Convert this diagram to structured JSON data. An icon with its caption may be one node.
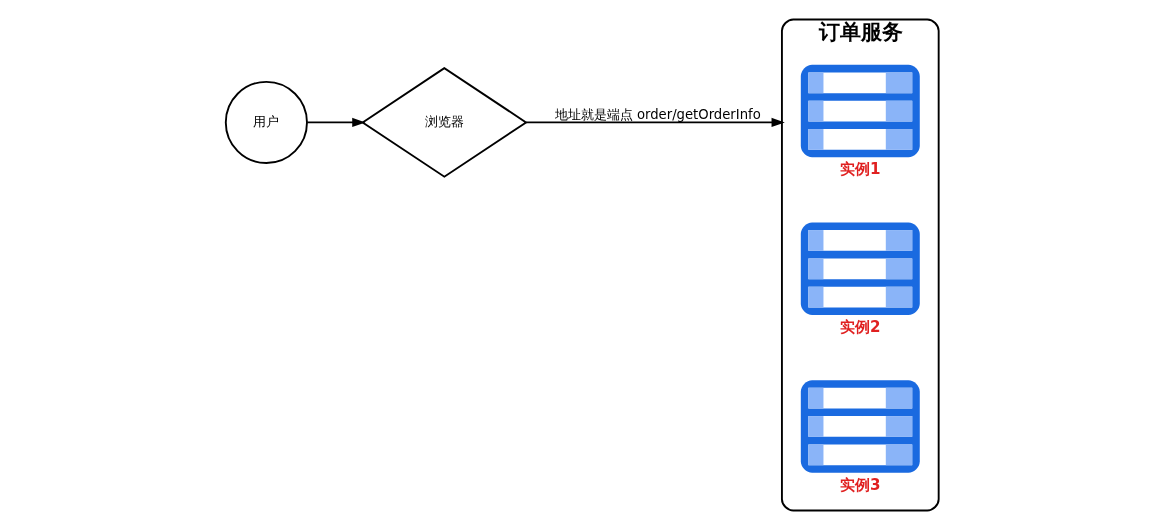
{
  "diagram": {
    "nodes": [
      {
        "text": [
          "用户"
        ]
      },
      {
        "text": [
          "浏览器"
        ]
      },
      {
        "text": [
          "订单服务"
        ]
      },
      {
        "text": [
          "实例1"
        ],
        "in": 2
      },
      {
        "text": [
          "实例2"
        ],
        "in": 2
      },
      {
        "text": [
          "实例3"
        ],
        "in": 2
      }
    ],
    "edges": [
      {
        "from": 0,
        "to": 1,
        "arrow": "to"
      },
      {
        "from": 1,
        "to": 2,
        "arrow": "to",
        "label": "地址就是端点 order/getOrderInfo"
      }
    ]
  }
}
